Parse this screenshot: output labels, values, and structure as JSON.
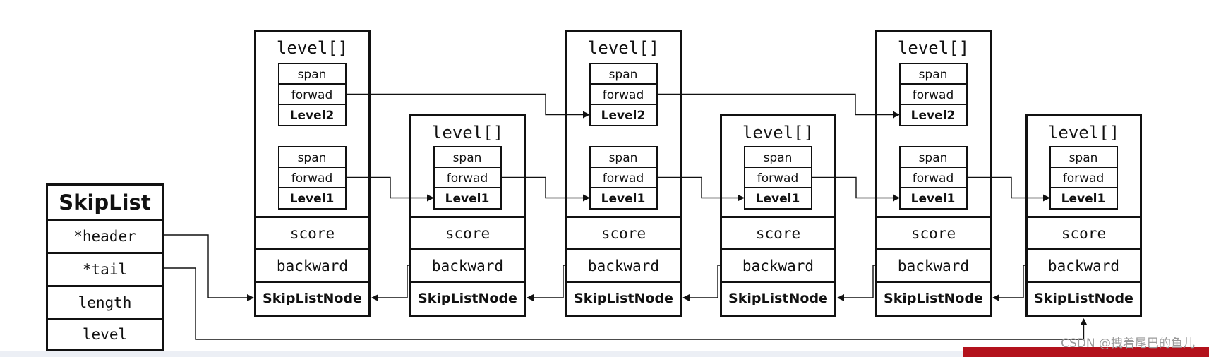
{
  "skiplist": {
    "title": "SkipList",
    "fields": [
      "*header",
      "*tail",
      "length",
      "level"
    ]
  },
  "node_labels": {
    "levels_title": "level[]",
    "span": "span",
    "forward": "forwad",
    "level2": "Level2",
    "level1": "Level1",
    "score": "score",
    "backward": "backward",
    "node": "SkipListNode"
  },
  "nodes": [
    {
      "id": 1,
      "levels": [
        "Level2",
        "Level1"
      ]
    },
    {
      "id": 2,
      "levels": [
        "Level1"
      ]
    },
    {
      "id": 3,
      "levels": [
        "Level2",
        "Level1"
      ]
    },
    {
      "id": 4,
      "levels": [
        "Level1"
      ]
    },
    {
      "id": 5,
      "levels": [
        "Level2",
        "Level1"
      ]
    },
    {
      "id": 6,
      "levels": [
        "Level1"
      ]
    }
  ],
  "watermark": "CSDN @拽着尾巴的鱼儿"
}
